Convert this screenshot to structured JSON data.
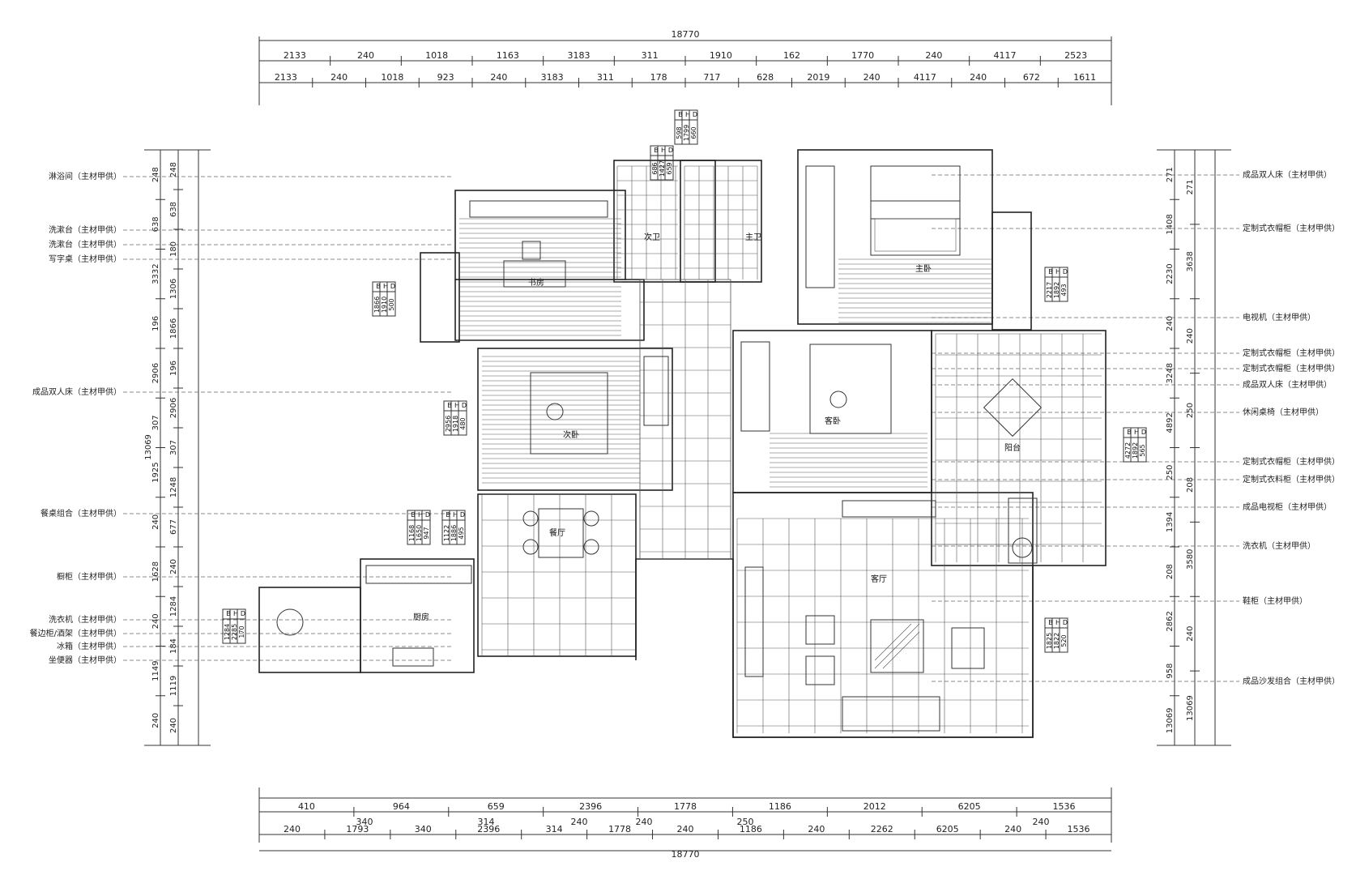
{
  "dims": {
    "total": "18770",
    "top_row1": [
      "2133",
      "240",
      "1018",
      "1163",
      "3183",
      "311",
      "1910",
      "162",
      "1770",
      "240",
      "4117",
      "2523"
    ],
    "top_row2": [
      "2133",
      "240",
      "1018",
      "923",
      "240",
      "3183",
      "311",
      "178",
      "717",
      "628",
      "2019",
      "240",
      "4117",
      "240",
      "672",
      "1611"
    ],
    "bottom_row1": [
      "410",
      "964",
      "659",
      "2396",
      "1778",
      "1186",
      "2012",
      "6205",
      "1536"
    ],
    "bottom_row1_sub": [
      "340",
      "314",
      "240",
      "240",
      "250",
      "240"
    ],
    "bottom_row2": [
      "240",
      "1793",
      "340",
      "2396",
      "314",
      "1778",
      "240",
      "1186",
      "240",
      "2262",
      "6205",
      "240",
      "1536"
    ],
    "left_outer": [
      "248",
      "638",
      "3332",
      "196",
      "2906",
      "307",
      "1925",
      "240",
      "1628",
      "240",
      "1149",
      "240"
    ],
    "left_inner": [
      "248",
      "638",
      "180",
      "1306",
      "1866",
      "196",
      "2906",
      "307",
      "1248",
      "677",
      "240",
      "1284",
      "184",
      "1119",
      "240"
    ],
    "left_total": "13069",
    "right_outer": [
      "271",
      "1408",
      "2230",
      "240",
      "3248",
      "4892",
      "250",
      "1394",
      "208",
      "2862",
      "958",
      "13069"
    ],
    "right_inner": [
      "271",
      "3638",
      "240",
      "250",
      "208",
      "3580",
      "240",
      "13069"
    ]
  },
  "labels_left": [
    "淋浴间（主材甲供）",
    "洗漱台（主材甲供）",
    "洗漱台（主材甲供）",
    "写字桌（主材甲供）",
    "成品双人床（主材甲供）",
    "餐桌组合（主材甲供）",
    "橱柜（主材甲供）",
    "洗衣机（主材甲供）",
    "餐边柜/酒架（主材甲供）",
    "冰箱（主材甲供）",
    "坐便器（主材甲供）"
  ],
  "labels_right": [
    "成品双人床（主材甲供）",
    "定制式衣帽柜（主材甲供）",
    "电视机（主材甲供）",
    "定制式衣帽柜（主材甲供）",
    "定制式衣帽柜（主材甲供）",
    "成品双人床（主材甲供）",
    "休闲桌椅（主材甲供）",
    "定制式衣帽柜（主材甲供）",
    "定制式衣料柜（主材甲供）",
    "成品电视柜（主材甲供）",
    "洗衣机（主材甲供）",
    "鞋柜（主材甲供）",
    "成品沙发组合（主材甲供）"
  ],
  "rooms": {
    "study": "书房",
    "second_bath": "次卫",
    "master_bath": "主卫",
    "master_bed": "主卧",
    "second_bed": "次卧",
    "guest_bed": "客卧",
    "balcony": "阳台",
    "dining": "餐厅",
    "kitchen": "厨房",
    "living": "客厅"
  },
  "bhd_tables": [
    {
      "id": "t1",
      "rows": [
        [
          "B",
          "598"
        ],
        [
          "H",
          "1799"
        ],
        [
          "D",
          "660"
        ]
      ]
    },
    {
      "id": "t2",
      "rows": [
        [
          "B",
          "686"
        ],
        [
          "H",
          "1427"
        ],
        [
          "D",
          "659"
        ]
      ]
    },
    {
      "id": "t3",
      "rows": [
        [
          "B",
          "1866"
        ],
        [
          "H",
          "1910"
        ],
        [
          "D",
          "500"
        ]
      ]
    },
    {
      "id": "t4",
      "rows": [
        [
          "B",
          "2217"
        ],
        [
          "H",
          "1892"
        ],
        [
          "D",
          "493"
        ]
      ]
    },
    {
      "id": "t5",
      "rows": [
        [
          "B",
          "2956"
        ],
        [
          "H",
          "1918"
        ],
        [
          "D",
          "480"
        ]
      ]
    },
    {
      "id": "t6",
      "rows": [
        [
          "B",
          "4272"
        ],
        [
          "H",
          "1892"
        ],
        [
          "D",
          "565"
        ]
      ]
    },
    {
      "id": "t7",
      "rows": [
        [
          "B",
          "1168"
        ],
        [
          "H",
          "1650"
        ],
        [
          "D",
          "947"
        ]
      ]
    },
    {
      "id": "t8",
      "rows": [
        [
          "B",
          "1122"
        ],
        [
          "H",
          "1886"
        ],
        [
          "D",
          "495"
        ]
      ]
    },
    {
      "id": "t9",
      "rows": [
        [
          "B",
          "1284"
        ],
        [
          "H",
          "2285"
        ],
        [
          "D",
          "170"
        ]
      ]
    },
    {
      "id": "t10",
      "rows": [
        [
          "B",
          "1825"
        ],
        [
          "H",
          "1822"
        ],
        [
          "D",
          "520"
        ]
      ]
    }
  ]
}
